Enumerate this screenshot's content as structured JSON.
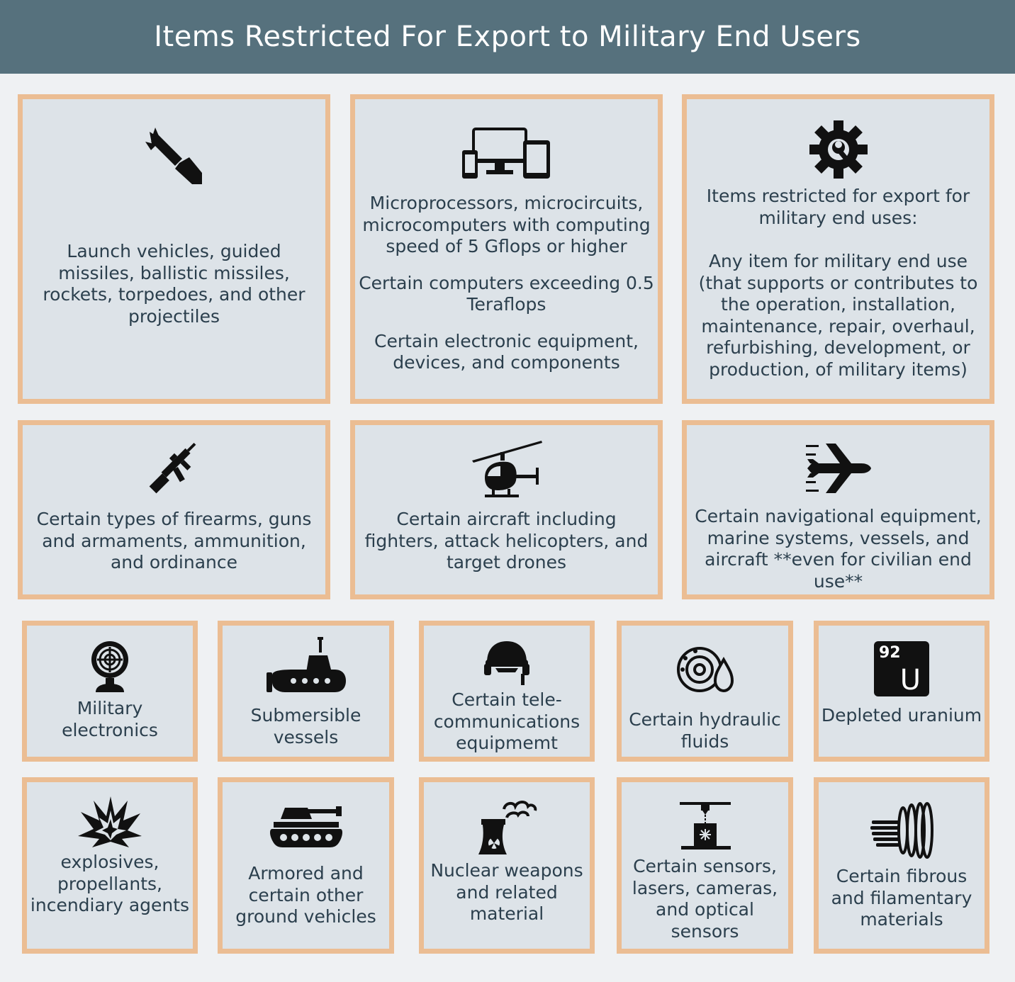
{
  "header": {
    "title": "Items Restricted For Export to Military End Users"
  },
  "cards": {
    "missiles": {
      "text": "Launch vehicles, guided missiles, ballistic missiles, rockets, torpedoes, and other projectiles"
    },
    "computers": {
      "p1": "Microprocessors, microcircuits, microcomputers with computing speed of 5 Gflops or higher",
      "p2": "Certain computers exceeding 0.5 Teraflops",
      "p3": "Certain electronic equipment, devices, and components"
    },
    "enduse": {
      "p1": "Items restricted for export for military end uses:",
      "p2": "Any item for military end use (that supports or contributes to the operation, installation, maintenance, repair, overhaul, refurbishing, development, or production, of military items)"
    },
    "firearms": {
      "text": "Certain types of firearms, guns and armaments, ammunition, and ordinance"
    },
    "aircraft": {
      "text": "Certain aircraft including fighters, attack helicopters, and target drones"
    },
    "navigation": {
      "text": "Certain navigational equipment, marine systems, vessels, and aircraft **even for civilian end use**"
    },
    "electronics": {
      "text": "Military electronics"
    },
    "submersible": {
      "text": "Submersible vessels"
    },
    "telecom": {
      "text": "Certain tele-communications equipmemt"
    },
    "hydraulic": {
      "text": "Certain hydraulic fluids"
    },
    "uranium": {
      "text": "Depleted uranium",
      "element_number": "92",
      "element_symbol": "U"
    },
    "explosives": {
      "text": "explosives, propellants, incendiary agents"
    },
    "armored": {
      "text": "Armored and certain other ground vehicles"
    },
    "nuclear": {
      "text": "Nuclear weapons and related material"
    },
    "sensors": {
      "text": "Certain sensors, lasers, cameras, and optical sensors"
    },
    "fibrous": {
      "text": "Certain fibrous and filamentary materials"
    }
  },
  "icons": [
    "missile-icon",
    "devices-icon",
    "gear-wrench-icon",
    "rifle-icon",
    "helicopter-icon",
    "airplane-icon",
    "radar-icon",
    "submarine-icon",
    "helmet-headset-icon",
    "hydraulic-drop-icon",
    "uranium-element-icon",
    "explosion-icon",
    "tank-icon",
    "nuclear-plant-icon",
    "printer-sensor-icon",
    "filament-spool-icon"
  ],
  "colors": {
    "header_bg": "#56717d",
    "card_bg": "#dde3e8",
    "card_border": "#ebbd93",
    "text": "#2b3f4d",
    "page_bg": "#eff1f3"
  }
}
